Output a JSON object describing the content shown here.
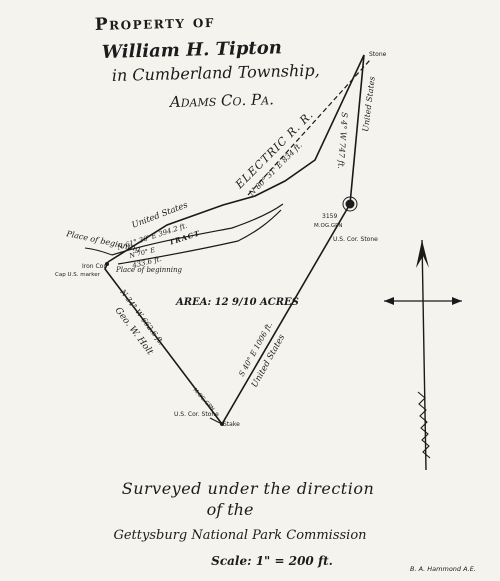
{
  "header": {
    "line1": "Property of",
    "line2": "William H. Tipton",
    "line3": "in Cumberland Township,",
    "line4": "Adams Co. Pa."
  },
  "labels": {
    "stone_top": "Stone",
    "electric_rr": "ELECTRIC R. R.",
    "bearing_top": "N 80° 31' E 834 ft.",
    "east_bearing": "S 4° W 747 ft.",
    "east_united_states": "United States",
    "corner_number": "3159",
    "corner_monument": "M.OG.GPN",
    "us_cor_stone_east": "U.S. Cor. Stone",
    "united_states_nw": "United States",
    "tract_bearing": "N 61° 30' E 394.2 ft.",
    "tract_label": "TRACT",
    "tract_bearing_2": "N 70° E",
    "tract_distance": "433.6 ft.",
    "place_of_beginning_left": "Place of beginning",
    "iron_cor": "Iron Cor.",
    "cap_us_marker": "Cap U.S. marker",
    "place_of_beginning": "Place of beginning",
    "area": "AREA: 12 9/10 ACRES",
    "sw_bearing": "N 34° W 662.6 ft.",
    "sw_owner": "Geo. W. Holt",
    "se_bearing": "S 40° E 1006 ft.",
    "se_united_states": "United States",
    "sw_corner_code": "M.OG.GPN",
    "us_cor_stone_south": "U.S. Cor. Stone",
    "stake": "Stake"
  },
  "footer": {
    "line1": "Surveyed under the direction",
    "line2": "of the",
    "line3": "Gettysburg National Park Commission",
    "scale": "Scale: 1\" = 200 ft.",
    "surveyor": "B. A. Hammond A.E."
  },
  "colors": {
    "paper": "#f4f3ee",
    "ink": "#1c1c1c"
  },
  "icons": {
    "north_arrow": "north-arrow-icon",
    "corner_stone": "survey-stone-icon"
  }
}
